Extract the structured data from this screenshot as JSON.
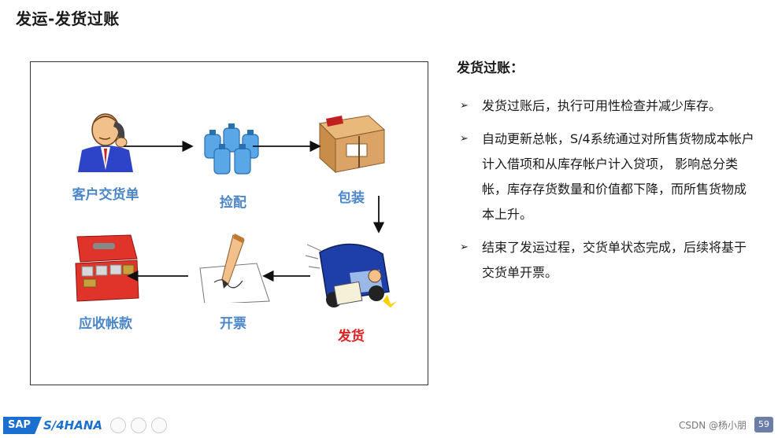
{
  "title": "发运-发货过账",
  "flow": {
    "steps": [
      {
        "label": "客户交货单",
        "icon": "customer-phone-icon"
      },
      {
        "label": "捡配",
        "icon": "bottles-icon"
      },
      {
        "label": "包装",
        "icon": "package-box-icon"
      },
      {
        "label": "发货",
        "icon": "delivery-truck-icon",
        "color": "#e02020"
      },
      {
        "label": "开票",
        "icon": "pen-invoice-icon"
      },
      {
        "label": "应收帐款",
        "icon": "cash-box-icon"
      }
    ]
  },
  "panel": {
    "heading": "发货过账：",
    "bullets": [
      "发货过账后，执行可用性检查并减少库存。",
      "自动更新总帐，S/4系统通过对所售货物成本帐户计入借项和从库存帐户计入贷项， 影响总分类帐，库存存货数量和价值都下降，而所售货物成本上升。",
      "结束了发运过程，交货单状态完成，后续将基于交货单开票。"
    ]
  },
  "footer": {
    "sap": "SAP",
    "product": "S/4HANA",
    "watermark": "CSDN @杨小朋",
    "page": "59"
  },
  "colors": {
    "label_blue": "#4a86c8",
    "label_red": "#e02020",
    "sap_blue": "#1a6fd1"
  }
}
